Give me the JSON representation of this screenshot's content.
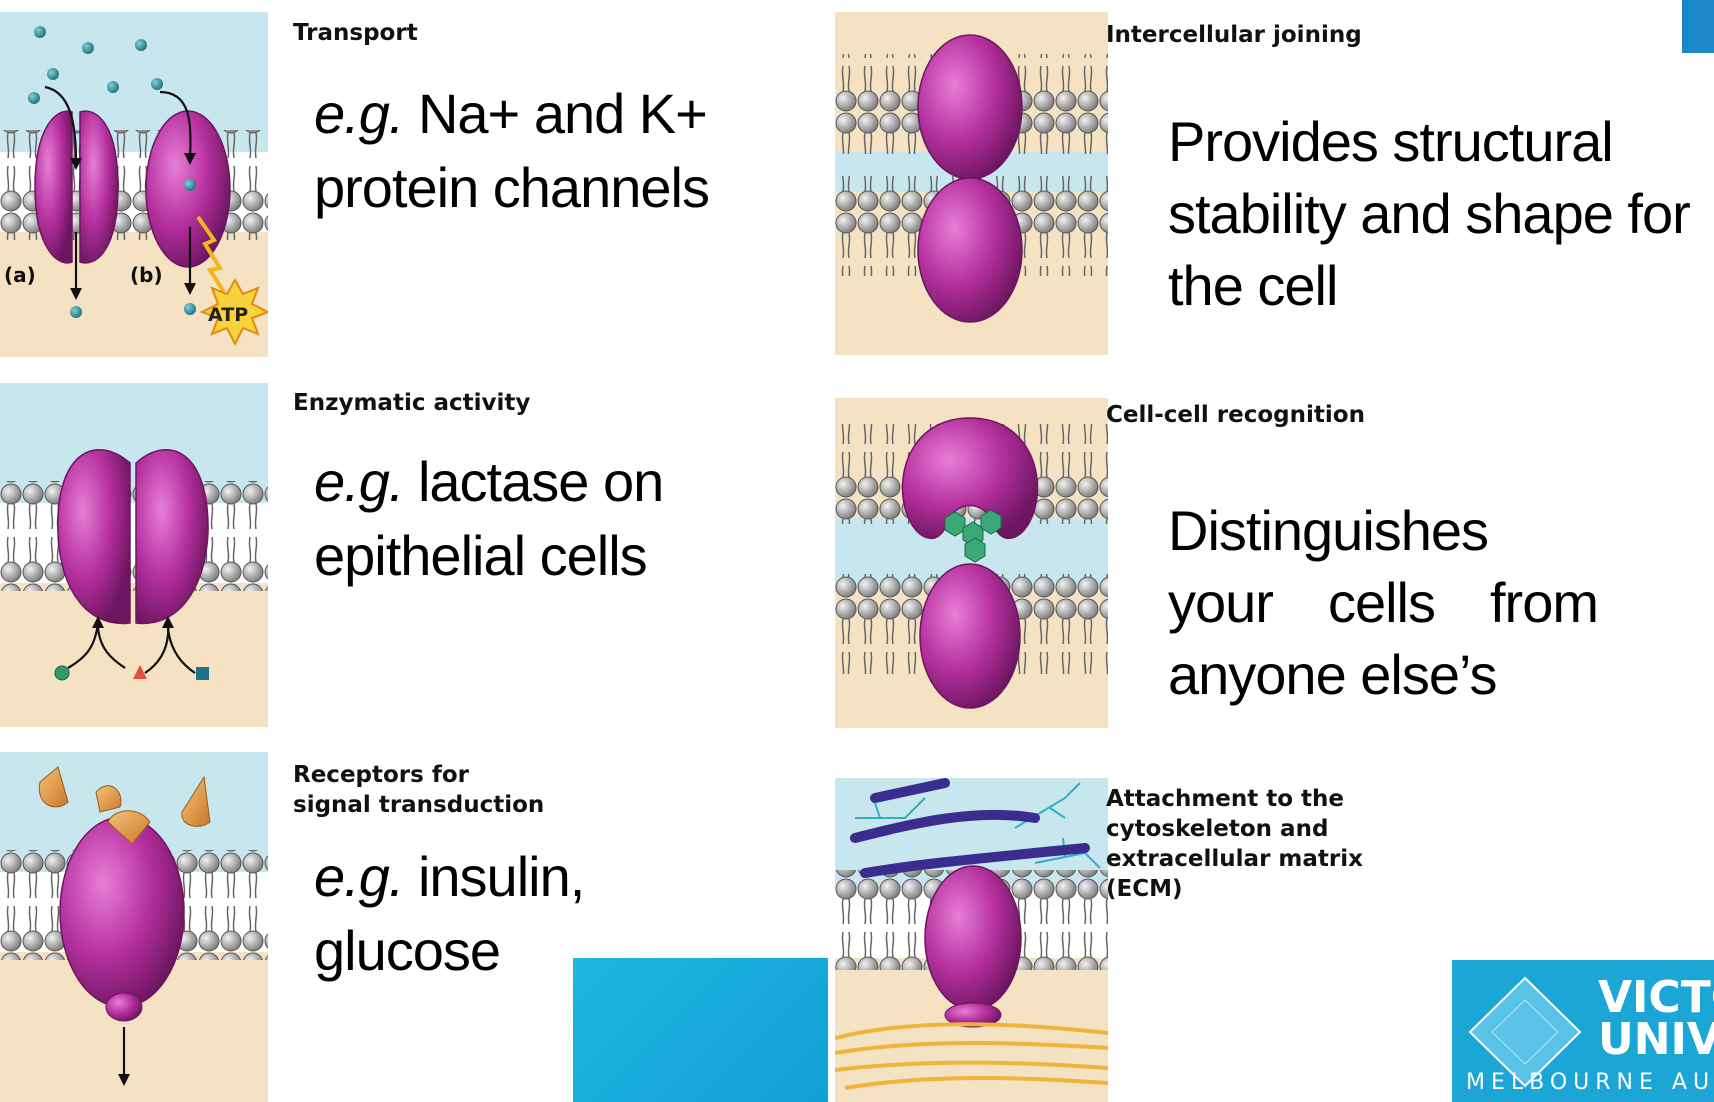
{
  "panels": {
    "transport": {
      "heading": "Transport",
      "example_prefix": "e.g.",
      "example_text": "Na+ and K+ protein channels",
      "label_a": "(a)",
      "label_b": "(b)",
      "atp_label": "ATP"
    },
    "enzymatic": {
      "heading": "Enzymatic activity",
      "example_prefix": "e.g.",
      "example_text": "lactase on epithelial cells"
    },
    "receptors": {
      "heading": "Receptors for\nsignal transduction",
      "example_prefix": "e.g.",
      "example_text": "insulin, glucose"
    },
    "intercellular": {
      "heading": "Intercellular joining",
      "description": "Provides structural stability and shape for the cell"
    },
    "recognition": {
      "heading": "Cell-cell recognition",
      "description": "Distinguishes your cells from anyone else’s"
    },
    "attachment": {
      "heading": "Attachment to the\ncytoskeleton and\nextracellular matrix\n(ECM)"
    }
  },
  "logo": {
    "line1": "VICTO",
    "line2": "UNIVE",
    "line3": "MELBOURNE AU"
  },
  "colors": {
    "extracellular": "#c8e6ee",
    "cytoplasm": "#f4e2c2",
    "protein": "#b5309e",
    "accent_blue": "#1ea5d8"
  }
}
